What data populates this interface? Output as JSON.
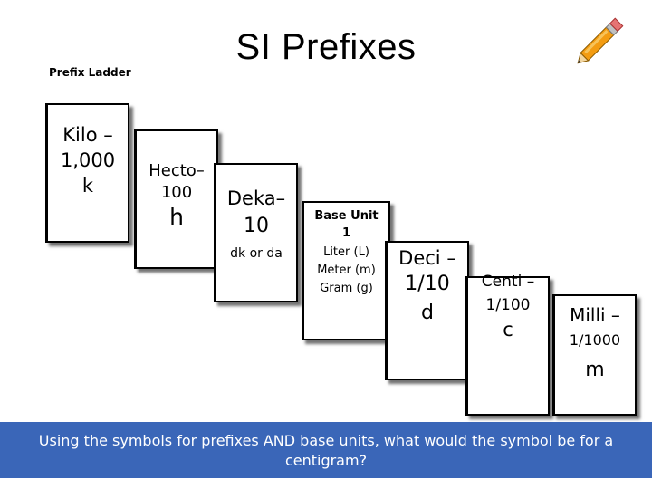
{
  "title": "SI Prefixes",
  "subtitle": "Prefix Ladder",
  "steps": {
    "kilo": {
      "line1": "Kilo –",
      "line2": "1,000",
      "line3": "k"
    },
    "hecto": {
      "line1": "Hecto–",
      "line2": "100",
      "line3": "h"
    },
    "deka": {
      "line1": "Deka–",
      "line2": "10",
      "line3": "dk or da"
    },
    "base": {
      "line1": "Base Unit",
      "line2": "1",
      "line3": "Liter (L)",
      "line4": "Meter (m)",
      "line5": "Gram (g)"
    },
    "deci": {
      "line1": "Deci –",
      "line2": "1/10",
      "line3": "d"
    },
    "centi": {
      "line1": "Centi –",
      "line2": "1/100",
      "line3": "c"
    },
    "milli": {
      "line1": "Milli –",
      "line2": "1/1000",
      "line3": "m"
    }
  },
  "footer": {
    "line1": "Using the symbols for prefixes AND base units, what would the symbol be for a",
    "line2": "centigram?"
  },
  "icons": {
    "decoration": "pencil-icon"
  },
  "colors": {
    "footer_bg": "#3a66b8",
    "footer_text": "#ffffff"
  }
}
